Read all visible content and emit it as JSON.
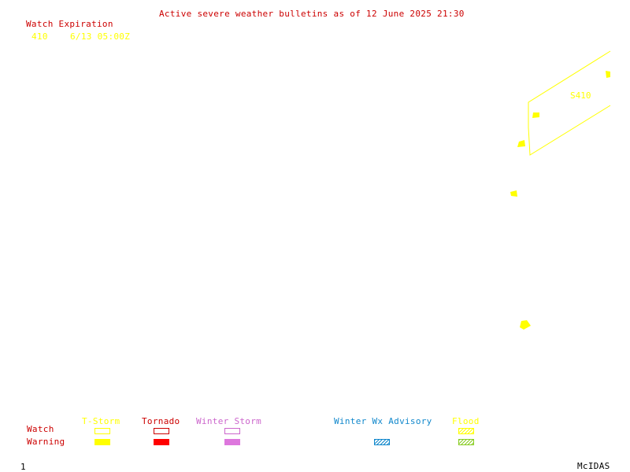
{
  "title": "Active severe weather bulletins as of 12 June 2025 21:30",
  "watch_expiration": {
    "header": "Watch Expiration",
    "entries": [
      {
        "id": "410",
        "expires": "6/13 05:00Z"
      }
    ]
  },
  "map": {
    "watch_label": "S410",
    "watch_color": "#ffff00"
  },
  "legend": {
    "row_labels": {
      "watch": "Watch",
      "warning": "Warning"
    },
    "categories": [
      {
        "name": "T-Storm",
        "color": "#ffff00"
      },
      {
        "name": "Tornado",
        "color": "#ff0000"
      },
      {
        "name": "Winter Storm",
        "color": "#dd77dd"
      },
      {
        "name": "Winter Wx Advisory",
        "color": "#1188cc"
      },
      {
        "name": "Flood",
        "color": "#88cc22"
      }
    ]
  },
  "footer": {
    "frame_number": "1",
    "software": "McIDAS"
  }
}
